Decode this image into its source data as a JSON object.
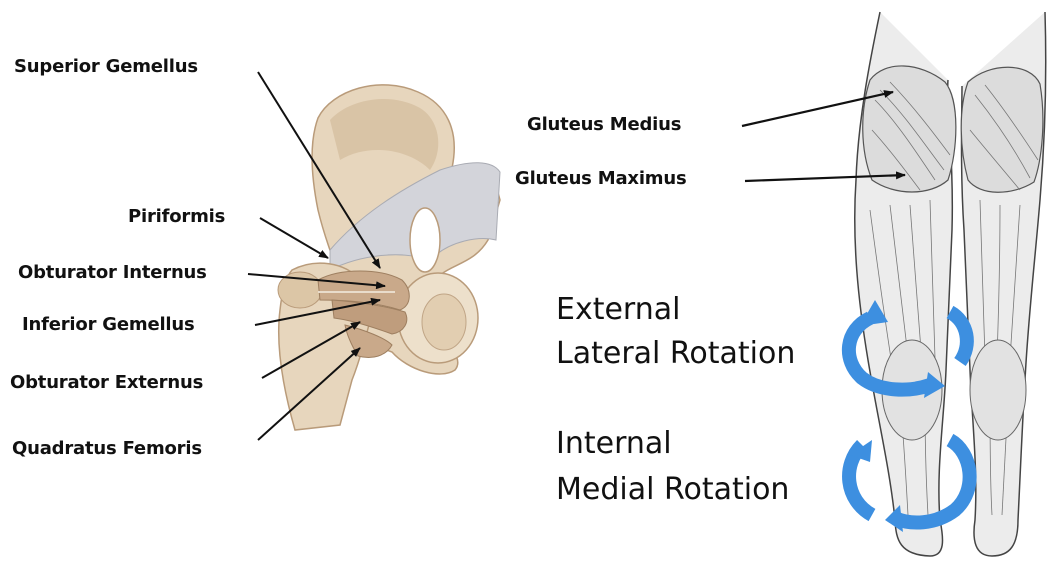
{
  "hip_labels": {
    "superior_gemellus": "Superior Gemellus",
    "piriformis": "Piriformis",
    "obturator_internus": "Obturator Internus",
    "inferior_gemellus": "Inferior Gemellus",
    "obturator_externus": "Obturator Externus",
    "quadratus_femoris": "Quadratus Femoris"
  },
  "leg_labels": {
    "gluteus_medius": "Gluteus Medius",
    "gluteus_maximus": "Gluteus Maximus"
  },
  "rotation_labels": {
    "external_line1": "External",
    "external_line2": "Lateral Rotation",
    "internal_line1": "Internal",
    "internal_line2": "Medial Rotation"
  },
  "colors": {
    "bone": "#e7d6bd",
    "bone_shade": "#cdb392",
    "muscle": "#c9a98a",
    "ligament": "#d3d4da",
    "rotation_arrow": "#3d8fe0",
    "leg_fill": "#e8e8e8",
    "leg_line": "#555555"
  }
}
